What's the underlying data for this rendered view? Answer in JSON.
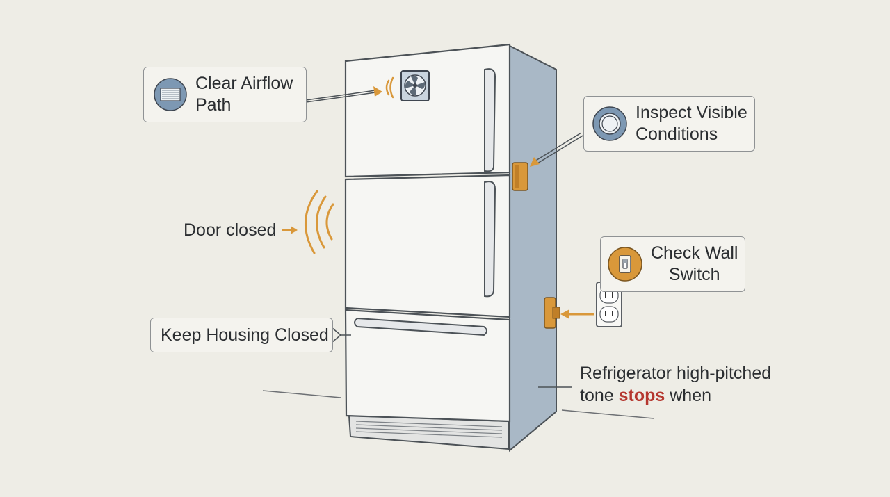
{
  "callouts": {
    "clear_airflow": {
      "line1": "Clear Airflow",
      "line2": "Path",
      "icon": "vent-grille-icon"
    },
    "inspect_visible": {
      "line1": "Inspect Visible",
      "line2": "Conditions",
      "icon": "ring-icon"
    },
    "check_wall_switch": {
      "line1": "Check Wall",
      "line2": "Switch",
      "icon": "wall-switch-icon"
    },
    "keep_housing": {
      "label": "Keep Housing Closed"
    }
  },
  "labels": {
    "door_closed": "Door closed",
    "result_line1": "Refrigerator high-pitched",
    "result_line2_pre": "tone ",
    "result_line2_emph": "stops",
    "result_line2_post": " when"
  },
  "colors": {
    "background": "#eeede6",
    "fridge_body": "#f3f3f0",
    "fridge_side": "#a9b8c6",
    "accent_orange": "#d9983a",
    "emphasis_red": "#b5372f",
    "icon_blue": "#7d98b3"
  },
  "icons": [
    "fan-icon",
    "sound-wave-icon",
    "hinge-bracket-icon",
    "wall-outlet-icon",
    "plug-icon",
    "arrow-icon"
  ]
}
